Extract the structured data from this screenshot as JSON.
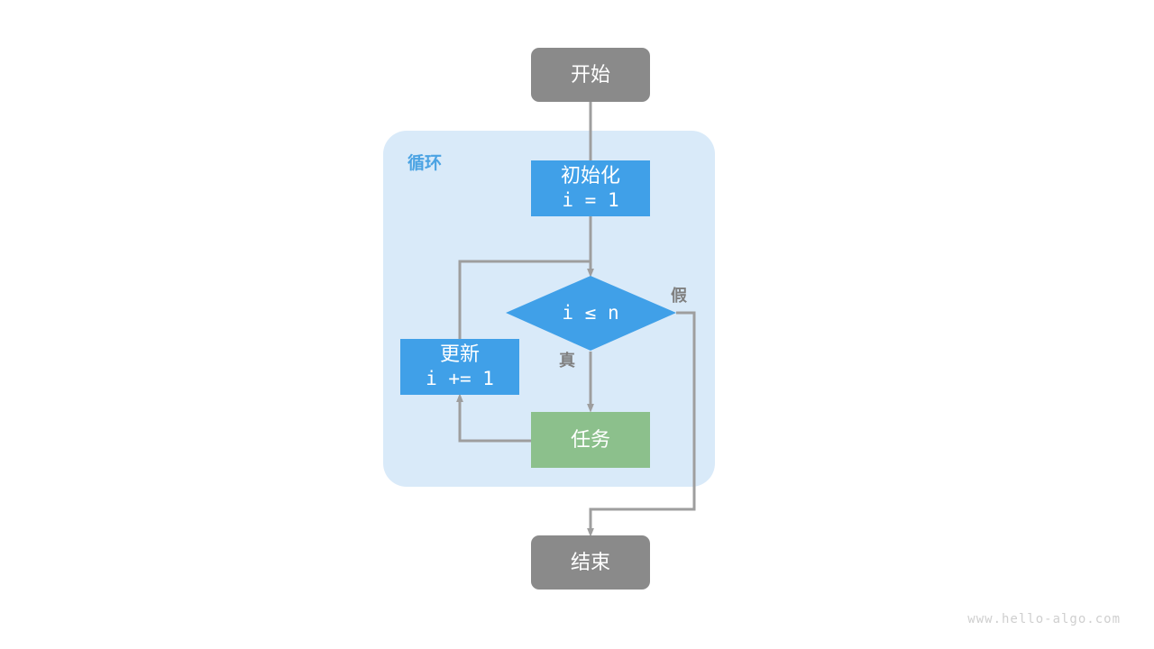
{
  "diagram": {
    "title_watermark": "www.hello-algo.com",
    "colors": {
      "start_end_fill": "#8a8a8a",
      "process_fill": "#40a0e8",
      "decision_fill": "#40a0e8",
      "task_fill": "#8cc08c",
      "group_fill": "#d9eaf9",
      "group_label_color": "#4ba3e3",
      "edge_color": "#9e9e9e",
      "edge_label_color": "#808080",
      "text_color": "#ffffff",
      "background": "#ffffff",
      "watermark_color": "#cfcfcf"
    },
    "group": {
      "label": "循环"
    },
    "nodes": {
      "start": {
        "label": "开始",
        "shape": "rounded-rectangle"
      },
      "init": {
        "label_line1": "初始化",
        "label_line2": "i = 1",
        "shape": "rectangle"
      },
      "decision": {
        "label": "i ≤ n",
        "shape": "diamond"
      },
      "update": {
        "label_line1": "更新",
        "label_line2": "i += 1",
        "shape": "rectangle"
      },
      "task": {
        "label": "任务",
        "shape": "rectangle"
      },
      "end": {
        "label": "结束",
        "shape": "rounded-rectangle"
      }
    },
    "edge_labels": {
      "true_branch": "真",
      "false_branch": "假"
    }
  }
}
